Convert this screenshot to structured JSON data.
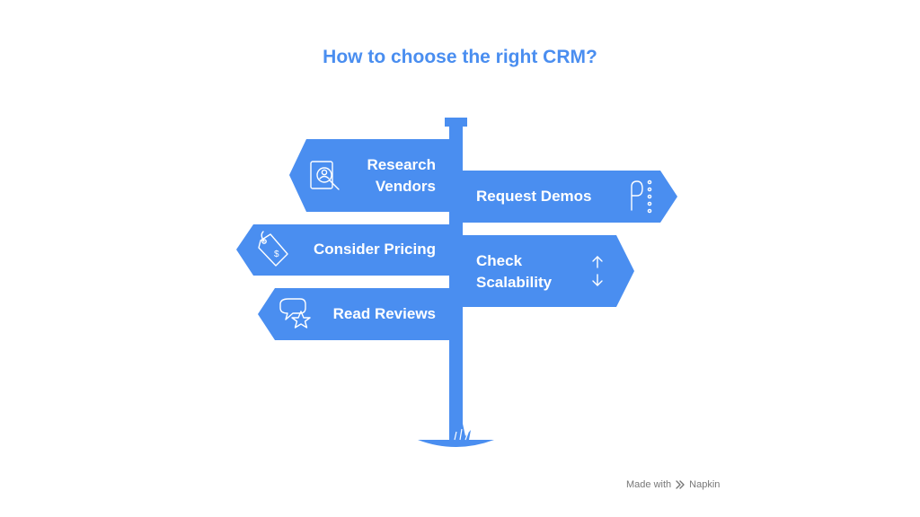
{
  "title": "How to choose the right CRM?",
  "colors": {
    "sign_fill": "#4a8ef0",
    "post_fill": "#4a8ef0",
    "title_color": "#4a8ef0",
    "text_on_sign": "#ffffff"
  },
  "signs": [
    {
      "label_line1": "Research",
      "label_line2": "Vendors",
      "icon": "research-vendor-icon",
      "direction": "left"
    },
    {
      "label_line1": "Request Demos",
      "label_line2": "",
      "icon": "demo-pointer-icon",
      "direction": "right"
    },
    {
      "label_line1": "Consider Pricing",
      "label_line2": "",
      "icon": "price-tag-icon",
      "direction": "left"
    },
    {
      "label_line1": "Check",
      "label_line2": "Scalability",
      "icon": "up-down-arrows-icon",
      "direction": "right"
    },
    {
      "label_line1": "Read Reviews",
      "label_line2": "",
      "icon": "review-bubble-star-icon",
      "direction": "left"
    }
  ],
  "watermark": {
    "prefix": "Made with",
    "brand": "Napkin",
    "icon": "napkin-logo-icon"
  }
}
